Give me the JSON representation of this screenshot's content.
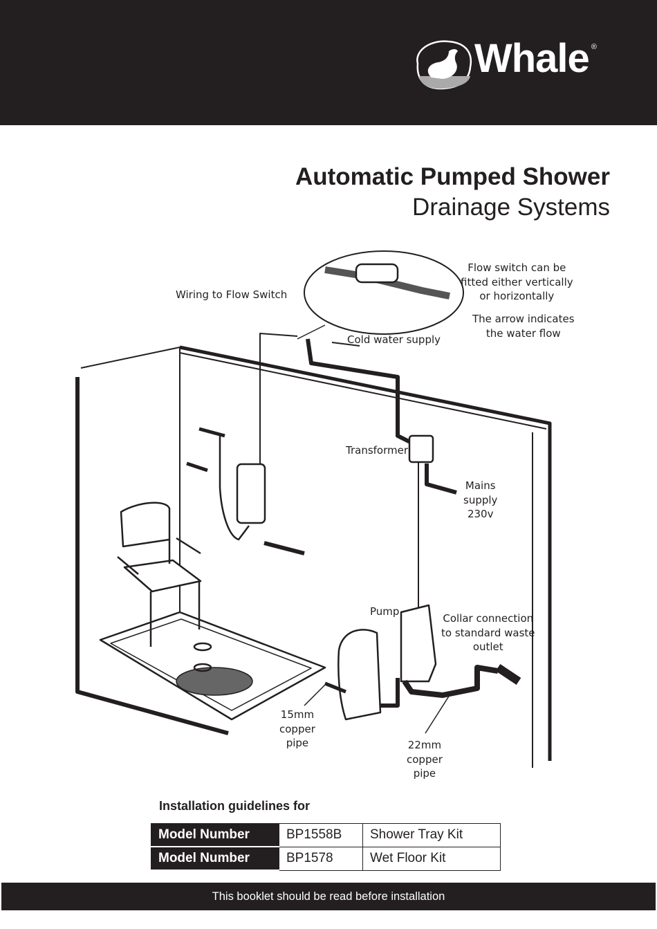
{
  "brand": {
    "name": "Whale",
    "registered": "®"
  },
  "title": {
    "line1": "Automatic Pumped Shower",
    "line2": "Drainage Systems"
  },
  "diagram_labels": {
    "flow_switch_orientation": [
      "Flow switch can be",
      "fitted either vertically",
      "or horizontally"
    ],
    "arrow_note": [
      "The arrow indicates",
      "the water flow"
    ],
    "wiring": "Wiring to Flow Switch",
    "cold_water": "Cold water supply",
    "transformer": "Transformer",
    "mains": [
      "Mains",
      "supply",
      "230v"
    ],
    "pump": "Pump",
    "collar": [
      "Collar connection",
      "to standard waste",
      "outlet"
    ],
    "pipe_15": [
      "15mm",
      "copper",
      "pipe"
    ],
    "pipe_22": [
      "22mm",
      "copper",
      "pipe"
    ]
  },
  "guidelines_heading": "Installation guidelines for",
  "models": [
    {
      "label": "Model Number",
      "number": "BP1558B",
      "description": "Shower Tray Kit"
    },
    {
      "label": "Model Number",
      "number": "BP1578",
      "description": "Wet Floor Kit"
    }
  ],
  "footer": "This booklet should be read before installation"
}
